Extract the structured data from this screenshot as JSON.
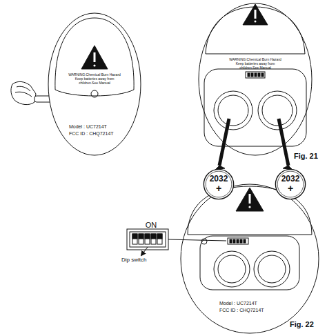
{
  "diagram": {
    "nodes": [
      {
        "text": [
          "2032",
          "+"
        ]
      },
      {
        "text": [
          "2032",
          "+"
        ]
      }
    ],
    "labels": [
      "WARNING:Chemical Burn Hazard Keep batteries away from children.See Manual",
      "Model : UC7214T",
      "FCC ID : CHQ7214T",
      "WARNING:Chemical Burn Hazard Keep batteries away from children.See Manual",
      "Fig. 21",
      "ON",
      "Dip switch",
      "Model : UC7214T",
      "FCC ID : CHQ7214T",
      "Fig. 22"
    ]
  }
}
